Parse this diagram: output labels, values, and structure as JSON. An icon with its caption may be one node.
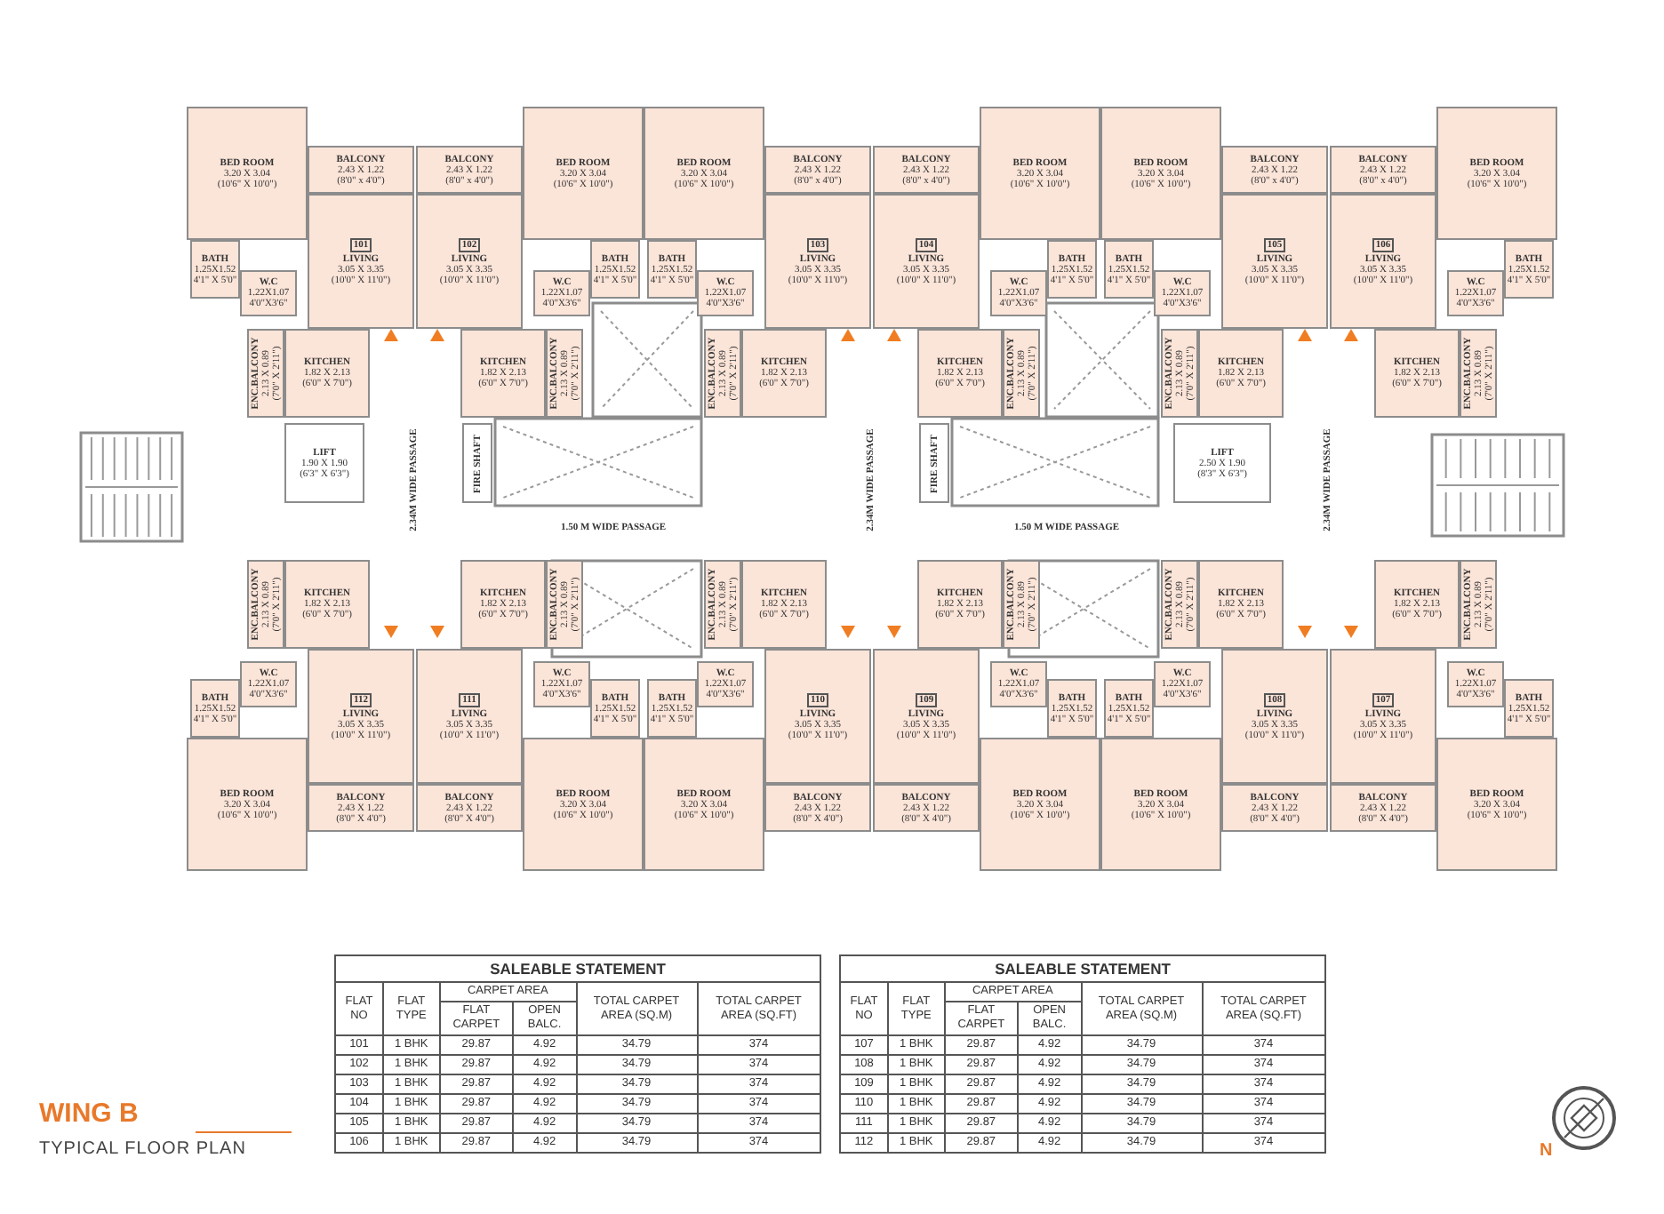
{
  "diagram": {
    "title": "WING B",
    "caption": "TYPICAL FLOOR PLAN",
    "nodes": [
      {
        "text": [
          "BED ROOM",
          "3.20 X 3.04",
          "(10'6\" X 10'0\")"
        ]
      },
      {
        "text": [
          "BALCONY",
          "2.43 X 1.22",
          "(8'0\" x 4'0\")"
        ]
      },
      {
        "text": [
          "101",
          "LIVING",
          "3.05 X 3.35",
          "(10'0\" X 11'0\")"
        ]
      },
      {
        "text": [
          "BATH",
          "1.25X1.52",
          "4'1\" X 5'0\""
        ]
      },
      {
        "text": [
          "W.C",
          "1.22X1.07",
          "4'0\"X3'6\""
        ]
      },
      {
        "text": [
          "ENC.BALCONY",
          "2.13 X 0.89",
          "(7'0\" X 2'11\")"
        ]
      },
      {
        "text": [
          "KITCHEN",
          "1.82 X 2.13",
          "(6'0\" X 7'0\")"
        ]
      },
      {
        "text": [
          "BED ROOM",
          "3.20 X 3.04",
          "(10'6\" X 10'0\")"
        ]
      },
      {
        "text": [
          "BALCONY",
          "2.43 X 1.22",
          "(8'0\" x 4'0\")"
        ]
      },
      {
        "text": [
          "102",
          "LIVING",
          "3.05 X 3.35",
          "(10'0\" X 11'0\")"
        ]
      },
      {
        "text": [
          "BATH",
          "1.25X1.52",
          "4'1\" X 5'0\""
        ]
      },
      {
        "text": [
          "W.C",
          "1.22X1.07",
          "4'0\"X3'6\""
        ]
      },
      {
        "text": [
          "ENC.BALCONY",
          "2.13 X 0.89",
          "(7'0\" X 2'11\")"
        ]
      },
      {
        "text": [
          "KITCHEN",
          "1.82 X 2.13",
          "(6'0\" X 7'0\")"
        ]
      },
      {
        "text": [
          "BED ROOM",
          "3.20 X 3.04",
          "(10'6\" X 10'0\")"
        ]
      },
      {
        "text": [
          "BALCONY",
          "2.43 X 1.22",
          "(8'0\" x 4'0\")"
        ]
      },
      {
        "text": [
          "103",
          "LIVING",
          "3.05 X 3.35",
          "(10'0\" X 11'0\")"
        ]
      },
      {
        "text": [
          "BATH",
          "1.25X1.52",
          "4'1\" X 5'0\""
        ]
      },
      {
        "text": [
          "W.C",
          "1.22X1.07",
          "4'0\"X3'6\""
        ]
      },
      {
        "text": [
          "ENC.BALCONY",
          "2.13 X 0.89",
          "(7'0\" X 2'11\")"
        ]
      },
      {
        "text": [
          "KITCHEN",
          "1.82 X 2.13",
          "(6'0\" X 7'0\")"
        ]
      },
      {
        "text": [
          "BED ROOM",
          "3.20 X 3.04",
          "(10'6\" X 10'0\")"
        ]
      },
      {
        "text": [
          "BALCONY",
          "2.43 X 1.22",
          "(8'0\" x 4'0\")"
        ]
      },
      {
        "text": [
          "104",
          "LIVING",
          "3.05 X 3.35",
          "(10'0\" X 11'0\")"
        ]
      },
      {
        "text": [
          "BATH",
          "1.25X1.52",
          "4'1\" X 5'0\""
        ]
      },
      {
        "text": [
          "W.C",
          "1.22X1.07",
          "4'0\"X3'6\""
        ]
      },
      {
        "text": [
          "ENC.BALCONY",
          "2.13 X 0.89",
          "(7'0\" X 2'11\")"
        ]
      },
      {
        "text": [
          "KITCHEN",
          "1.82 X 2.13",
          "(6'0\" X 7'0\")"
        ]
      },
      {
        "text": [
          "BED ROOM",
          "3.20 X 3.04",
          "(10'6\" X 10'0\")"
        ]
      },
      {
        "text": [
          "BALCONY",
          "2.43 X 1.22",
          "(8'0\" x 4'0\")"
        ]
      },
      {
        "text": [
          "105",
          "LIVING",
          "3.05 X 3.35",
          "(10'0\" X 11'0\")"
        ]
      },
      {
        "text": [
          "BATH",
          "1.25X1.52",
          "4'1\" X 5'0\""
        ]
      },
      {
        "text": [
          "W.C",
          "1.22X1.07",
          "4'0\"X3'6\""
        ]
      },
      {
        "text": [
          "ENC.BALCONY",
          "2.13 X 0.89",
          "(7'0\" X 2'11\")"
        ]
      },
      {
        "text": [
          "KITCHEN",
          "1.82 X 2.13",
          "(6'0\" X 7'0\")"
        ]
      },
      {
        "text": [
          "BED ROOM",
          "3.20 X 3.04",
          "(10'6\" X 10'0\")"
        ]
      },
      {
        "text": [
          "BALCONY",
          "2.43 X 1.22",
          "(8'0\" x 4'0\")"
        ]
      },
      {
        "text": [
          "106",
          "LIVING",
          "3.05 X 3.35",
          "(10'0\" X 11'0\")"
        ]
      },
      {
        "text": [
          "BATH",
          "1.25X1.52",
          "4'1\" X 5'0\""
        ]
      },
      {
        "text": [
          "W.C",
          "1.22X1.07",
          "4'0\"X3'6\""
        ]
      },
      {
        "text": [
          "ENC.BALCONY",
          "2.13 X 0.89",
          "(7'0\" X 2'11\")"
        ]
      },
      {
        "text": [
          "KITCHEN",
          "1.82 X 2.13",
          "(6'0\" X 7'0\")"
        ]
      },
      {
        "text": [
          "LIFT",
          "1.90 X 1.90",
          "(6'3\" X 6'3\")"
        ]
      },
      {
        "text": [
          "FIRE SHAFT"
        ]
      },
      {
        "text": [
          "FIRE SHAFT"
        ]
      },
      {
        "text": [
          "LIFT",
          "2.50 X 1.90",
          "(8'3\" X 6'3\")"
        ]
      },
      {
        "text": [
          "BED ROOM",
          "3.20 X 3.04",
          "(10'6\" X 10'0\")"
        ]
      },
      {
        "text": [
          "BALCONY",
          "2.43 X 1.22",
          "(8'0\" X 4'0\")"
        ]
      },
      {
        "text": [
          "112",
          "LIVING",
          "3.05 X 3.35",
          "(10'0\" X 11'0\")"
        ]
      },
      {
        "text": [
          "BATH",
          "1.25X1.52",
          "4'1\" X 5'0\""
        ]
      },
      {
        "text": [
          "W.C",
          "1.22X1.07",
          "4'0\"X3'6\""
        ]
      },
      {
        "text": [
          "ENC.BALCONY",
          "2.13 X 0.89",
          "(7'0\" X 2'11\")"
        ]
      },
      {
        "text": [
          "KITCHEN",
          "1.82 X 2.13",
          "(6'0\" X 7'0\")"
        ]
      },
      {
        "text": [
          "BED ROOM",
          "3.20 X 3.04",
          "(10'6\" X 10'0\")"
        ]
      },
      {
        "text": [
          "BALCONY",
          "2.43 X 1.22",
          "(8'0\" X 4'0\")"
        ]
      },
      {
        "text": [
          "111",
          "LIVING",
          "3.05 X 3.35",
          "(10'0\" X 11'0\")"
        ]
      },
      {
        "text": [
          "BATH",
          "1.25X1.52",
          "4'1\" X 5'0\""
        ]
      },
      {
        "text": [
          "W.C",
          "1.22X1.07",
          "4'0\"X3'6\""
        ]
      },
      {
        "text": [
          "ENC.BALCONY",
          "2.13 X 0.89",
          "(7'0\" X 2'11\")"
        ]
      },
      {
        "text": [
          "KITCHEN",
          "1.82 X 2.13",
          "(6'0\" X 7'0\")"
        ]
      },
      {
        "text": [
          "BED ROOM",
          "3.20 X 3.04",
          "(10'6\" X 10'0\")"
        ]
      },
      {
        "text": [
          "BALCONY",
          "2.43 X 1.22",
          "(8'0\" X 4'0\")"
        ]
      },
      {
        "text": [
          "110",
          "LIVING",
          "3.05 X 3.35",
          "(10'0\" X 11'0\")"
        ]
      },
      {
        "text": [
          "BATH",
          "1.25X1.52",
          "4'1\" X 5'0\""
        ]
      },
      {
        "text": [
          "W.C",
          "1.22X1.07",
          "4'0\"X3'6\""
        ]
      },
      {
        "text": [
          "ENC.BALCONY",
          "2.13 X 0.89",
          "(7'0\" X 2'11\")"
        ]
      },
      {
        "text": [
          "KITCHEN",
          "1.82 X 2.13",
          "(6'0\" X 7'0\")"
        ]
      },
      {
        "text": [
          "BED ROOM",
          "3.20 X 3.04",
          "(10'6\" X 10'0\")"
        ]
      },
      {
        "text": [
          "BALCONY",
          "2.43 X 1.22",
          "(8'0\" X 4'0\")"
        ]
      },
      {
        "text": [
          "109",
          "LIVING",
          "3.05 X 3.35",
          "(10'0\" X 11'0\")"
        ]
      },
      {
        "text": [
          "BATH",
          "1.25X1.52",
          "4'1\" X 5'0\""
        ]
      },
      {
        "text": [
          "W.C",
          "1.22X1.07",
          "4'0\"X3'6\""
        ]
      },
      {
        "text": [
          "ENC.BALCONY",
          "2.13 X 0.89",
          "(7'0\" X 2'11\")"
        ]
      },
      {
        "text": [
          "KITCHEN",
          "1.82 X 2.13",
          "(6'0\" X 7'0\")"
        ]
      },
      {
        "text": [
          "BED ROOM",
          "3.20 X 3.04",
          "(10'6\" X 10'0\")"
        ]
      },
      {
        "text": [
          "BALCONY",
          "2.43 X 1.22",
          "(8'0\" X 4'0\")"
        ]
      },
      {
        "text": [
          "108",
          "LIVING",
          "3.05 X 3.35",
          "(10'0\" X 11'0\")"
        ]
      },
      {
        "text": [
          "BATH",
          "1.25X1.52",
          "4'1\" X 5'0\""
        ]
      },
      {
        "text": [
          "W.C",
          "1.22X1.07",
          "4'0\"X3'6\""
        ]
      },
      {
        "text": [
          "ENC.BALCONY",
          "2.13 X 0.89",
          "(7'0\" X 2'11\")"
        ]
      },
      {
        "text": [
          "KITCHEN",
          "1.82 X 2.13",
          "(6'0\" X 7'0\")"
        ]
      },
      {
        "text": [
          "BED ROOM",
          "3.20 X 3.04",
          "(10'6\" X 10'0\")"
        ]
      },
      {
        "text": [
          "BALCONY",
          "2.43 X 1.22",
          "(8'0\" X 4'0\")"
        ]
      },
      {
        "text": [
          "107",
          "LIVING",
          "3.05 X 3.35",
          "(10'0\" X 11'0\")"
        ]
      },
      {
        "text": [
          "BATH",
          "1.25X1.52",
          "4'1\" X 5'0\""
        ]
      },
      {
        "text": [
          "W.C",
          "1.22X1.07",
          "4'0\"X3'6\""
        ]
      },
      {
        "text": [
          "ENC.BALCONY",
          "2.13 X 0.89",
          "(7'0\" X 2'11\")"
        ]
      },
      {
        "text": [
          "KITCHEN",
          "1.82 X 2.13",
          "(6'0\" X 7'0\")"
        ]
      }
    ],
    "labels": [
      "2.34M WIDE PASSAGE",
      "2.34M WIDE PASSAGE",
      "2.34M WIDE PASSAGE",
      "1.50 M WIDE PASSAGE",
      "1.50 M WIDE PASSAGE",
      "SALEABLE STATEMENT",
      "FLAT NO",
      "FLAT TYPE",
      "CARPET AREA",
      "FLAT CARPET",
      "OPEN BALC.",
      "TOTAL CARPET AREA (SQ.M)",
      "TOTAL CARPET AREA (SQ.FT)",
      "101",
      "1 BHK",
      "29.87",
      "4.92",
      "34.79",
      "374",
      "102",
      "1 BHK",
      "29.87",
      "4.92",
      "34.79",
      "374",
      "103",
      "1 BHK",
      "29.87",
      "4.92",
      "34.79",
      "374",
      "104",
      "1 BHK",
      "29.87",
      "4.92",
      "34.79",
      "374",
      "105",
      "1 BHK",
      "29.87",
      "4.92",
      "34.79",
      "374",
      "106",
      "1 BHK",
      "29.87",
      "4.92",
      "34.79",
      "374",
      "SALEABLE STATEMENT",
      "FLAT NO",
      "FLAT TYPE",
      "CARPET AREA",
      "FLAT CARPET",
      "OPEN BALC.",
      "TOTAL CARPET AREA (SQ.M)",
      "TOTAL CARPET AREA (SQ.FT)",
      "107",
      "1 BHK",
      "29.87",
      "4.92",
      "34.79",
      "374",
      "108",
      "1 BHK",
      "29.87",
      "4.92",
      "34.79",
      "374",
      "109",
      "1 BHK",
      "29.87",
      "4.92",
      "34.79",
      "374",
      "110",
      "1 BHK",
      "29.87",
      "4.92",
      "34.79",
      "374",
      "111",
      "1 BHK",
      "29.87",
      "4.92",
      "34.79",
      "374",
      "112",
      "1 BHK",
      "29.87",
      "4.92",
      "34.79",
      "374",
      "N"
    ]
  }
}
